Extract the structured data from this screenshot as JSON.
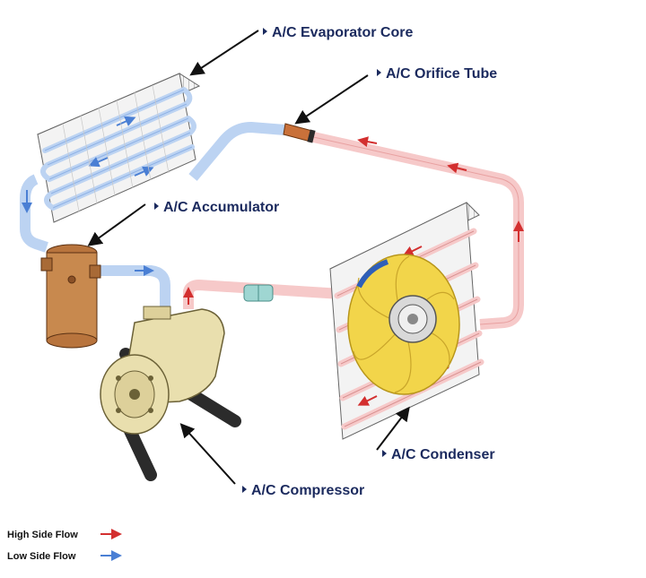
{
  "labels": {
    "evaporator": "A/C Evaporator Core",
    "orifice": "A/C Orifice Tube",
    "accumulator": "A/C Accumulator",
    "condenser": "A/C Condenser",
    "compressor": "A/C Compressor"
  },
  "legend": {
    "high": {
      "label": "High Side Flow",
      "color": "#d32f2f"
    },
    "low": {
      "label": "Low Side Flow",
      "color": "#4a7fd4"
    }
  },
  "colors": {
    "high_pipe": "#f6c9c9",
    "low_pipe": "#bcd3f2",
    "label_text": "#1b2a5e",
    "accumulator": "#c8894e",
    "compressor": "#e9dfae",
    "fan": "#f2d54a"
  }
}
